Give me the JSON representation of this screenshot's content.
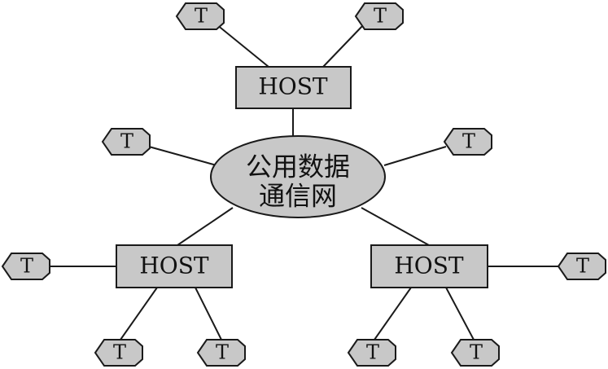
{
  "colors": {
    "fill": "#c8c8c8",
    "stroke": "#1a1a1a",
    "background": "#ffffff"
  },
  "center": {
    "label_line1": "公用数据",
    "label_line2": "通信网"
  },
  "hosts": [
    {
      "id": "top",
      "label": "HOST"
    },
    {
      "id": "left",
      "label": "HOST"
    },
    {
      "id": "right",
      "label": "HOST"
    }
  ],
  "terminals": [
    {
      "id": "top-a",
      "label": "T",
      "host": "top"
    },
    {
      "id": "top-b",
      "label": "T",
      "host": "top"
    },
    {
      "id": "center-left",
      "label": "T",
      "host": "center"
    },
    {
      "id": "center-right",
      "label": "T",
      "host": "center"
    },
    {
      "id": "left-side",
      "label": "T",
      "host": "left"
    },
    {
      "id": "left-a",
      "label": "T",
      "host": "left"
    },
    {
      "id": "left-b",
      "label": "T",
      "host": "left"
    },
    {
      "id": "right-a",
      "label": "T",
      "host": "right"
    },
    {
      "id": "right-b",
      "label": "T",
      "host": "right"
    },
    {
      "id": "right-side",
      "label": "T",
      "host": "right"
    }
  ]
}
